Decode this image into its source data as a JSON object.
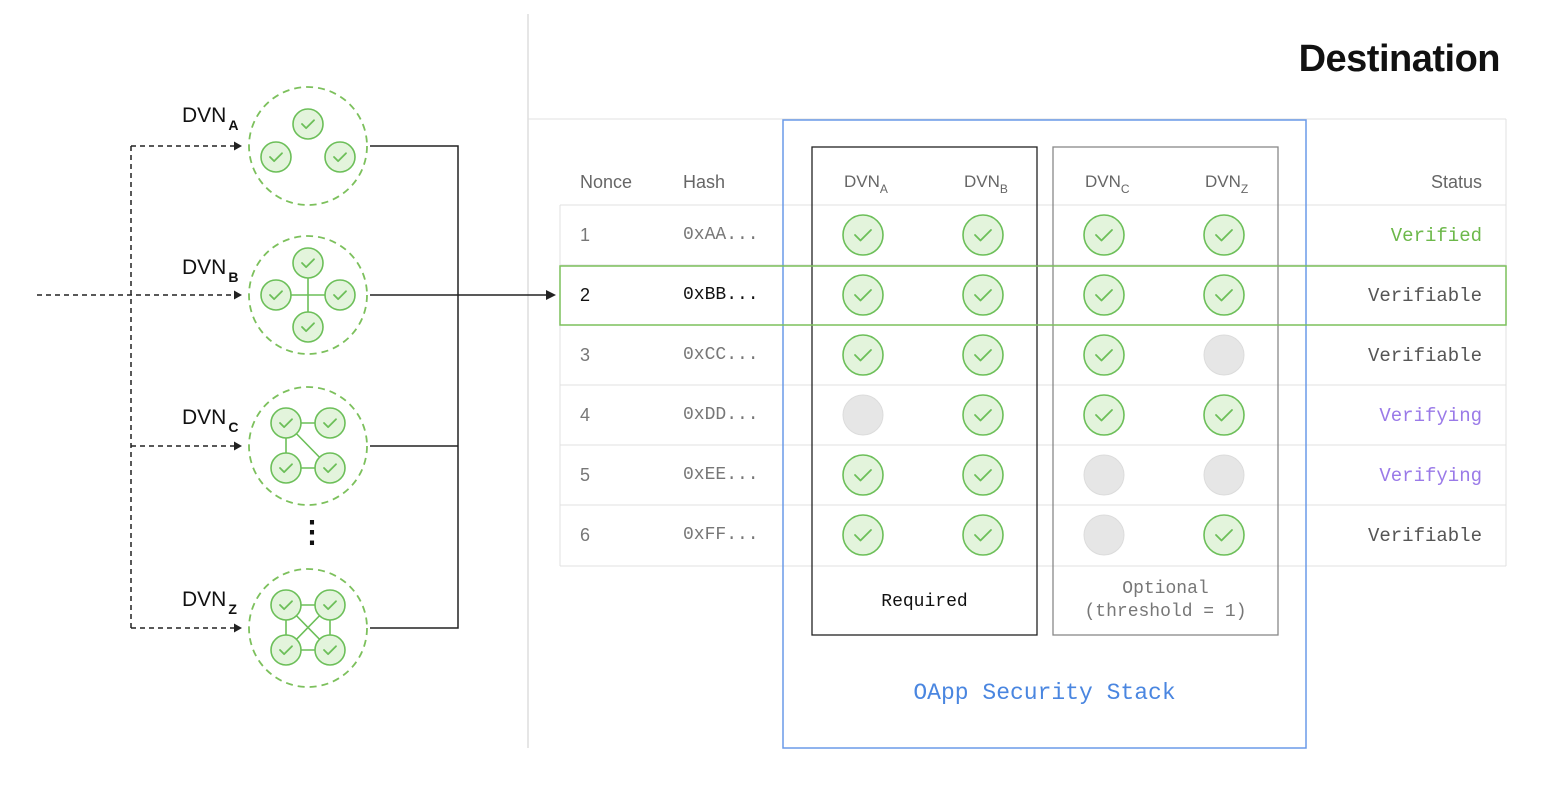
{
  "title": "Destination",
  "source_dvns": [
    {
      "label": "DVN",
      "sub": "A",
      "nodes": 3
    },
    {
      "label": "DVN",
      "sub": "B",
      "nodes": 4
    },
    {
      "label": "DVN",
      "sub": "C",
      "nodes": 4
    },
    {
      "label": "DVN",
      "sub": "Z",
      "nodes": 4
    }
  ],
  "ellipsis": "⋮",
  "table": {
    "headers": {
      "nonce": "Nonce",
      "hash": "Hash",
      "status": "Status"
    },
    "dvn_columns": [
      {
        "label": "DVN",
        "sub": "A",
        "group": "required"
      },
      {
        "label": "DVN",
        "sub": "B",
        "group": "required"
      },
      {
        "label": "DVN",
        "sub": "C",
        "group": "optional"
      },
      {
        "label": "DVN",
        "sub": "Z",
        "group": "optional"
      }
    ],
    "rows": [
      {
        "nonce": "1",
        "hash": "0xAA...",
        "checks": [
          true,
          true,
          true,
          true
        ],
        "status": "Verified",
        "status_type": "verified",
        "highlight": false
      },
      {
        "nonce": "2",
        "hash": "0xBB...",
        "checks": [
          true,
          true,
          true,
          true
        ],
        "status": "Verifiable",
        "status_type": "verifiable",
        "highlight": true
      },
      {
        "nonce": "3",
        "hash": "0xCC...",
        "checks": [
          true,
          true,
          true,
          false
        ],
        "status": "Verifiable",
        "status_type": "verifiable",
        "highlight": false
      },
      {
        "nonce": "4",
        "hash": "0xDD...",
        "checks": [
          false,
          true,
          true,
          true
        ],
        "status": "Verifying",
        "status_type": "verifying",
        "highlight": false
      },
      {
        "nonce": "5",
        "hash": "0xEE...",
        "checks": [
          true,
          true,
          false,
          false
        ],
        "status": "Verifying",
        "status_type": "verifying",
        "highlight": false
      },
      {
        "nonce": "6",
        "hash": "0xFF...",
        "checks": [
          true,
          true,
          false,
          true
        ],
        "status": "Verifiable",
        "status_type": "verifiable",
        "highlight": false
      }
    ]
  },
  "groups": {
    "required": {
      "label": "Required"
    },
    "optional": {
      "line1": "Optional",
      "line2": "(threshold = 1)"
    }
  },
  "stack_label": "OApp Security Stack",
  "colors": {
    "verified": "#6cb84a",
    "verifiable": "#555555",
    "verifying": "#9a7ae8",
    "check_fill": "#e3f4dc",
    "check_stroke": "#6cbf59",
    "pending_fill": "#e6e6e6",
    "stack_border": "#6a9ae8",
    "highlight_border": "#7cc05c"
  }
}
